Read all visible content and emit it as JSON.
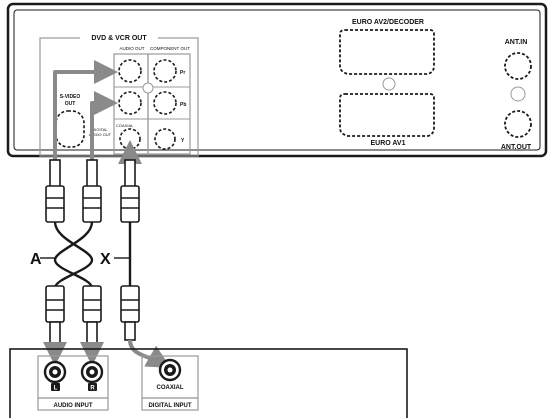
{
  "back_panel": {
    "output_group_label": "DVD & VCR OUT",
    "audio_out_label": "AUDIO OUT",
    "component_out_label": "COMPONENT OUT",
    "svideo_label_line1": "S-VIDEO",
    "svideo_label_line2": "OUT",
    "coaxial_label": "COAXIAL",
    "digital_audio_label_line1": "DIGITAL",
    "digital_audio_label_line2": "AUDIO OUT",
    "pr_label": "Pr",
    "pb_label": "Pb",
    "y_label": "Y",
    "euro_av2_label": "EURO AV2/DECODER",
    "euro_av1_label": "EURO AV1",
    "ant_in_label": "ANT.IN",
    "ant_out_label": "ANT.OUT"
  },
  "cables": {
    "label_a": "A",
    "label_x": "X"
  },
  "receiver": {
    "left_jack_label": "L",
    "right_jack_label": "R",
    "coaxial_jack_label": "COAXIAL",
    "audio_input_label": "AUDIO INPUT",
    "digital_input_label": "DIGITAL INPUT"
  },
  "colors": {
    "outline": "#1a1a1a",
    "arrow_gray": "#8a8a8a",
    "panel_gray": "#9a9a9a"
  }
}
